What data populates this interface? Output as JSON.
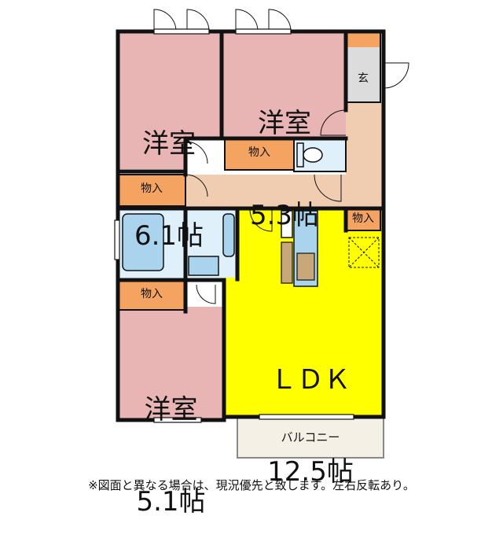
{
  "rooms": {
    "bedroom_top_left": {
      "name": "洋室",
      "size": "6.1帖"
    },
    "bedroom_top_right": {
      "name": "洋室",
      "size": "5.3帖"
    },
    "bedroom_bottom_left": {
      "name": "洋室",
      "size": "5.1帖"
    },
    "ldk": {
      "name": "ＬＤＫ",
      "size": "12.5帖"
    }
  },
  "labels": {
    "closet": "物入",
    "entrance": "玄",
    "balcony": "バルコニー"
  },
  "colors": {
    "bedroom": "#e8b4b4",
    "ldk": "#ffff00",
    "closet": "#f4a460",
    "corridor": "#f0cdb0",
    "wet_area": "#dff0fa",
    "wall": "#111111"
  },
  "footnote": "※図面と異なる場合は、現況優先と致します。左右反転あり。"
}
